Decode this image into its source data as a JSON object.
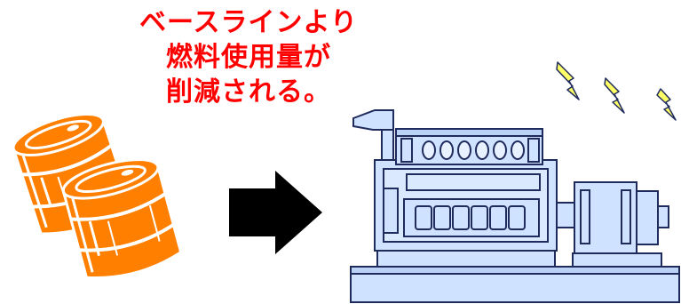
{
  "caption": {
    "line1": "ベースラインより",
    "line2": "燃料使用量が",
    "line3": "削減される。"
  },
  "colors": {
    "caption_text": "#ff0000",
    "barrel_fill": "#ff7f00",
    "arrow_fill": "#000000",
    "generator_fill": "#cfe2ff",
    "generator_stroke": "#1f2b5c",
    "lightning_fill": "#ffff66"
  },
  "icons": {
    "fuel_barrels": "oil-drum-icon",
    "arrow": "right-arrow-icon",
    "generator": "generator-engine-icon",
    "sparks": "lightning-bolt-icon"
  }
}
